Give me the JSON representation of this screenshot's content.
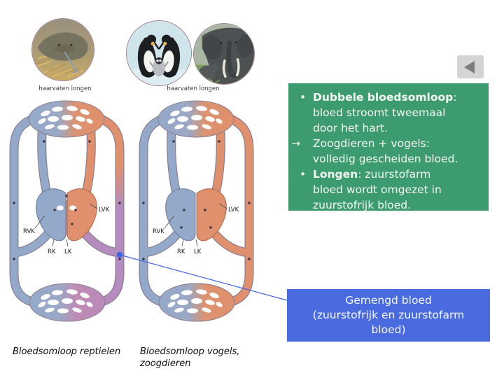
{
  "photos": {
    "left": "monitor-lizard-photo",
    "middle": "emperor-penguins-photo",
    "right": "elephants-photo"
  },
  "lung_capillary_labels": {
    "left": "haarvaten longen",
    "right": "haarvaten longen"
  },
  "diagrams": {
    "left": {
      "caption": "Bloedsomloop reptielen",
      "labels": {
        "rvk": "RVK",
        "lvk": "LVK",
        "rk": "RK",
        "lk": "LK"
      }
    },
    "right": {
      "caption_lines": [
        "Bloedsomloop vogels,",
        "zoogdieren"
      ],
      "labels": {
        "rvk": "RVK",
        "lvk": "LVK",
        "rk": "RK",
        "lk": "LK"
      }
    }
  },
  "green_box": {
    "bg_color": "#3d9b70",
    "items": [
      {
        "marker": "•",
        "bold": "Dubbele bloedsomloop",
        "text": ": bloed stroomt tweemaal door het hart."
      },
      {
        "marker": "→",
        "bold": "",
        "text": "Zoogdieren + vogels: volledig gescheiden bloed."
      },
      {
        "marker": "•",
        "bold": "Longen",
        "text": ": zuurstofarm bloed wordt omgezet in zuurstofrijk bloed."
      }
    ]
  },
  "callout": {
    "lines": [
      "Gemengd bloed",
      "(zuurstofrijk en zuurstofarm",
      "bloed)"
    ],
    "bg_color": "#4a6be0",
    "line_color": "#4262e1"
  },
  "vessel_colors": {
    "oxygen_rich": "#e0906c",
    "oxygen_poor": "#94a9c9",
    "mixed": "#b48cbe"
  },
  "icons": {
    "back": "back-arrow-icon"
  }
}
